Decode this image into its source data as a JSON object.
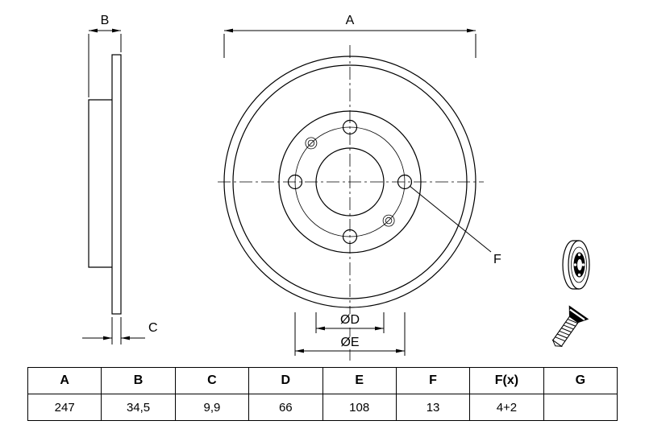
{
  "colors": {
    "line": "#000000",
    "background": "#ffffff"
  },
  "drawing": {
    "dimension_labels": {
      "a": "A",
      "b": "B",
      "c": "C",
      "d": "ØD",
      "e": "ØE",
      "f": "F"
    },
    "icons": {
      "disc_3d": "brake-disc-3d-icon",
      "screw": "screw-icon"
    }
  },
  "table": {
    "headers": [
      "A",
      "B",
      "C",
      "D",
      "E",
      "F",
      "F(x)",
      "G"
    ],
    "values": [
      "247",
      "34,5",
      "9,9",
      "66",
      "108",
      "13",
      "4+2",
      ""
    ]
  }
}
